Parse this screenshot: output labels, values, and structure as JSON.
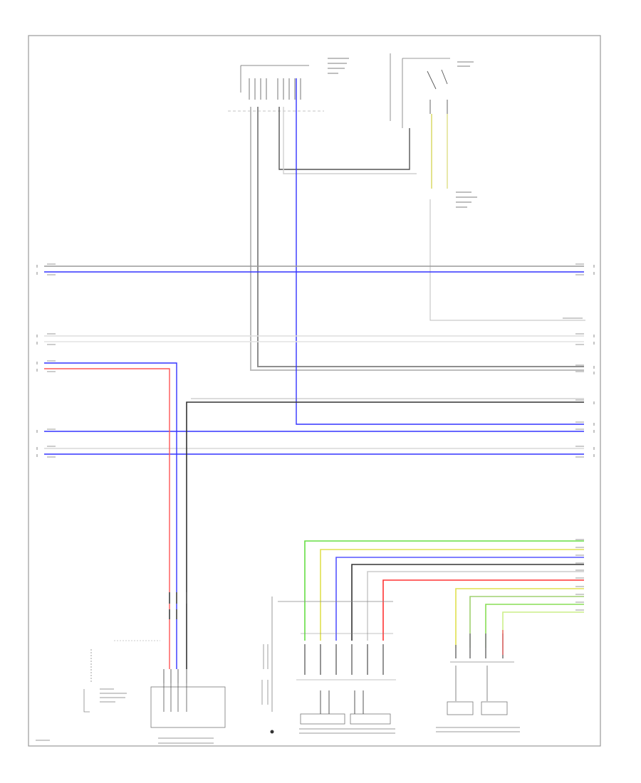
{
  "diagram": {
    "type": "wiring-schematic",
    "colors": {
      "frame": "#9a9a9a",
      "blue": "#3333ff",
      "red": "#ff3333",
      "green": "#66dd44",
      "yellow": "#dddd33",
      "black": "#222222",
      "gray": "#999999",
      "white": "#d8d8d8"
    },
    "wire_colors": [
      "blue",
      "red",
      "green",
      "yellow",
      "black",
      "gray",
      "white"
    ]
  }
}
